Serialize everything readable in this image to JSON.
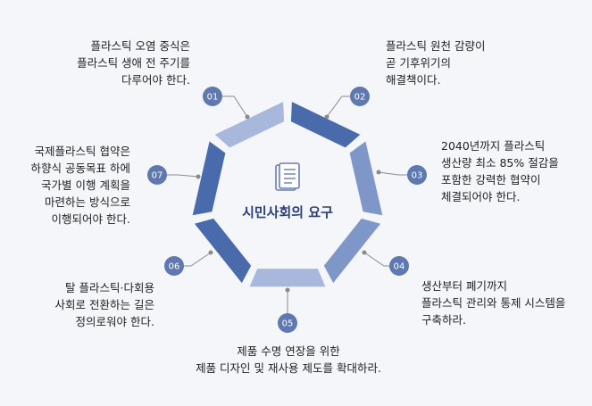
{
  "center": {
    "title": "시민사회의 요구",
    "icon": "book-icon"
  },
  "items": [
    {
      "number": "01",
      "text": "플라스틱 오염 중식은\n플라스틱 생애 전 주기를\n다루어야 한다."
    },
    {
      "number": "02",
      "text": "플라스틱 원천 감량이\n곧 기후위기의\n해결책이다."
    },
    {
      "number": "03",
      "text": "2040년까지 플라스틱\n생산량 최소 85% 절감을\n포함한 강력한 협약이\n체결되어야 한다."
    },
    {
      "number": "04",
      "text": "생산부터 폐기까지\n플라스틱 관리와 통제 시스템을\n구축하라."
    },
    {
      "number": "05",
      "text": "제품 수명 연장을 위한\n제품 디자인 및 재사용 제도를 확대하라."
    },
    {
      "number": "06",
      "text": "탈 플라스틱·다회용\n사회로 전환하는 길은\n정의로워야 한다."
    },
    {
      "number": "07",
      "text": "국제플라스틱 협약은\n하향식 공동목표 하에\n국가별 이행 계획을\n마련하는 방식으로\n이행되어야 한다."
    }
  ],
  "colors": {
    "dark_blue": "#4a6bab",
    "mid_blue": "#7f97c8",
    "light_blue": "#a7b8dc",
    "badge": "#5f79b0",
    "connector": "#8a8a8a",
    "title": "#2b3f78"
  }
}
